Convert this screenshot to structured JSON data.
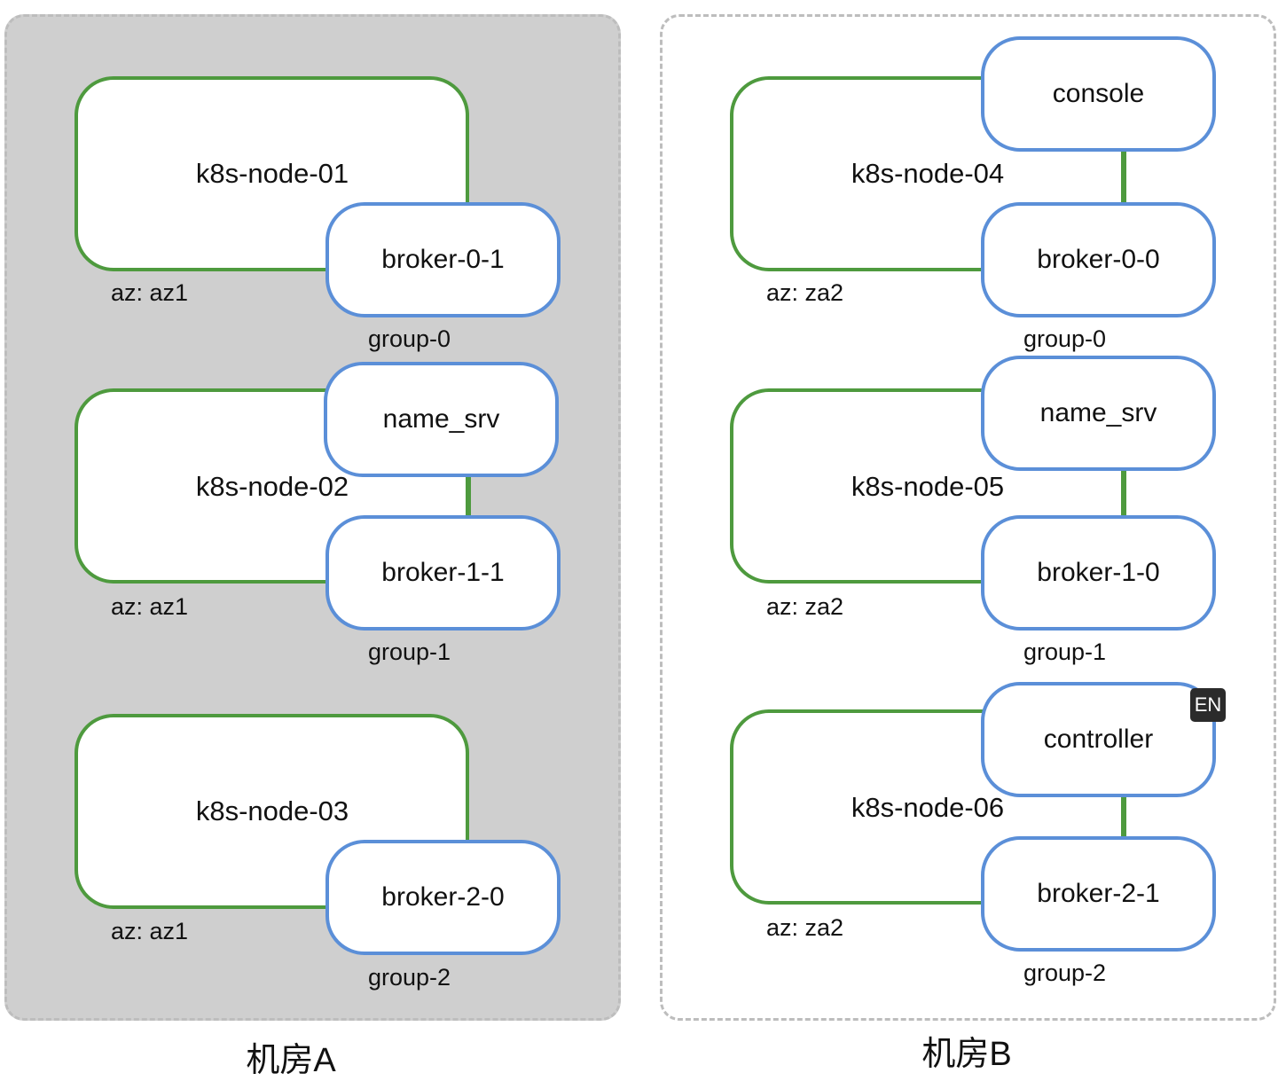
{
  "rooms": {
    "a": {
      "label": "机房A",
      "nodes": [
        {
          "name": "k8s-node-01",
          "az": "az: az1",
          "group": "group-0",
          "pods": [
            "broker-0-1"
          ]
        },
        {
          "name": "k8s-node-02",
          "az": "az: az1",
          "group": "group-1",
          "pods": [
            "name_srv",
            "broker-1-1"
          ]
        },
        {
          "name": "k8s-node-03",
          "az": "az: az1",
          "group": "group-2",
          "pods": [
            "broker-2-0"
          ]
        }
      ]
    },
    "b": {
      "label": "机房B",
      "nodes": [
        {
          "name": "k8s-node-04",
          "az": "az: za2",
          "group": "group-0",
          "pods": [
            "console",
            "broker-0-0"
          ]
        },
        {
          "name": "k8s-node-05",
          "az": "az: za2",
          "group": "group-1",
          "pods": [
            "name_srv",
            "broker-1-0"
          ]
        },
        {
          "name": "k8s-node-06",
          "az": "az: za2",
          "group": "group-2",
          "pods": [
            "controller",
            "broker-2-1"
          ]
        }
      ]
    }
  },
  "ime_badge": "EN",
  "colors": {
    "node_border": "#4e9a3e",
    "pod_border": "#5b8fd8",
    "zone_a_fill": "#cfcfcf",
    "zone_border": "#bdbdbd"
  }
}
